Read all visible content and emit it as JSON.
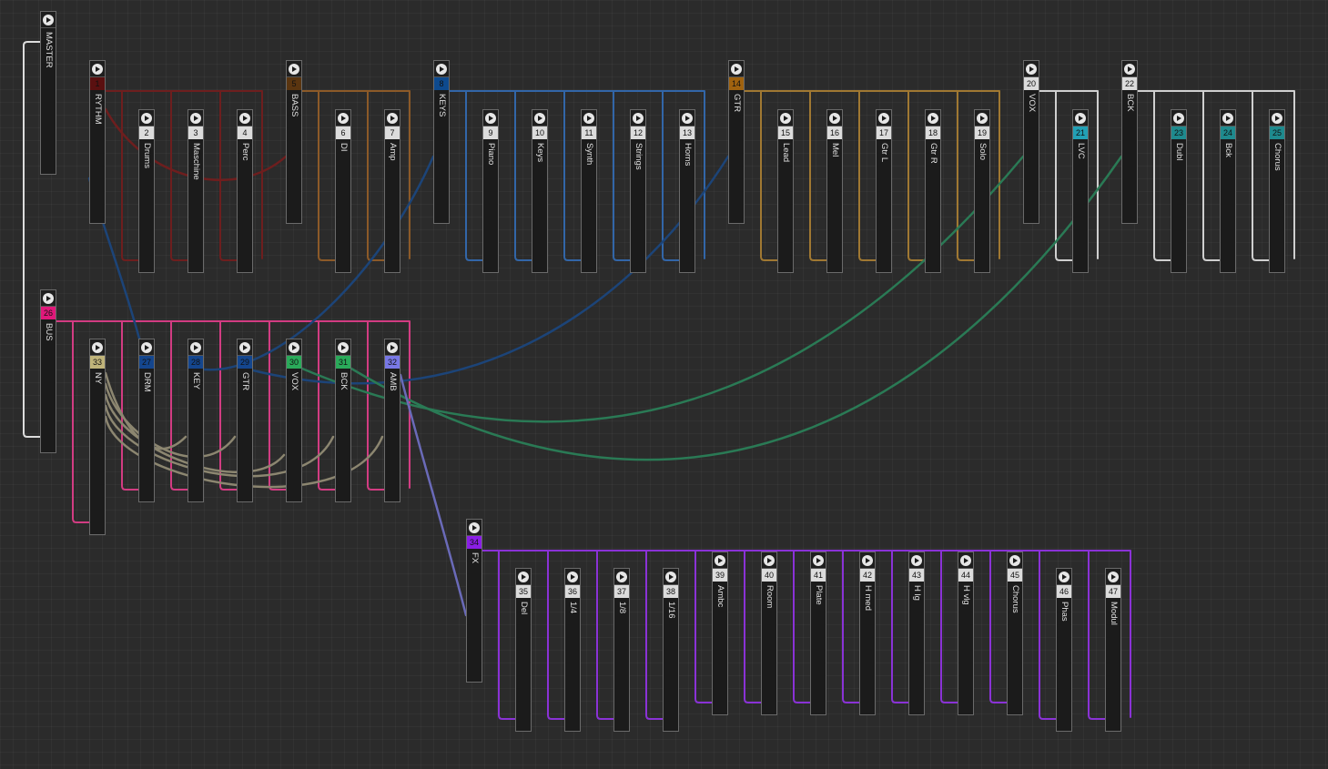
{
  "tracks": [
    {
      "id": "master",
      "num": "",
      "name": "MASTER",
      "color": ""
    },
    {
      "id": "t1",
      "num": "1",
      "name": "RYTHM",
      "color": "#5a1010"
    },
    {
      "id": "t2",
      "num": "2",
      "name": "Drums",
      "color": ""
    },
    {
      "id": "t3",
      "num": "3",
      "name": "Maschine",
      "color": ""
    },
    {
      "id": "t4",
      "num": "4",
      "name": "Perc",
      "color": ""
    },
    {
      "id": "t5",
      "num": "5",
      "name": "BASS",
      "color": "#5a3510"
    },
    {
      "id": "t6",
      "num": "6",
      "name": "DI",
      "color": ""
    },
    {
      "id": "t7",
      "num": "7",
      "name": "Amp",
      "color": ""
    },
    {
      "id": "t8",
      "num": "8",
      "name": "KEYS",
      "color": "#0e4a8e"
    },
    {
      "id": "t9",
      "num": "9",
      "name": "Piano",
      "color": ""
    },
    {
      "id": "t10",
      "num": "10",
      "name": "Keys",
      "color": ""
    },
    {
      "id": "t11",
      "num": "11",
      "name": "Synth",
      "color": ""
    },
    {
      "id": "t12",
      "num": "12",
      "name": "Strings",
      "color": ""
    },
    {
      "id": "t13",
      "num": "13",
      "name": "Horns",
      "color": ""
    },
    {
      "id": "t14",
      "num": "14",
      "name": "GTR",
      "color": "#a0620f"
    },
    {
      "id": "t15",
      "num": "15",
      "name": "Lead",
      "color": ""
    },
    {
      "id": "t16",
      "num": "16",
      "name": "Mel",
      "color": ""
    },
    {
      "id": "t17",
      "num": "17",
      "name": "Gtr L",
      "color": ""
    },
    {
      "id": "t18",
      "num": "18",
      "name": "Gtr R",
      "color": ""
    },
    {
      "id": "t19",
      "num": "19",
      "name": "Solo",
      "color": ""
    },
    {
      "id": "t20",
      "num": "20",
      "name": "VOX",
      "color": ""
    },
    {
      "id": "t21",
      "num": "21",
      "name": "LVC",
      "color": "#22a0b5"
    },
    {
      "id": "t22",
      "num": "22",
      "name": "BCK",
      "color": ""
    },
    {
      "id": "t23",
      "num": "23",
      "name": "Dubl",
      "color": "#1e8a8e"
    },
    {
      "id": "t24",
      "num": "24",
      "name": "Bck",
      "color": "#1e8a8e"
    },
    {
      "id": "t25",
      "num": "25",
      "name": "Chorus",
      "color": "#1e8a8e"
    },
    {
      "id": "t26",
      "num": "26",
      "name": "BUS",
      "color": "#e0187a"
    },
    {
      "id": "t33",
      "num": "33",
      "name": "NY",
      "color": "#c0b47a"
    },
    {
      "id": "t27",
      "num": "27",
      "name": "DRM",
      "color": "#14468e"
    },
    {
      "id": "t28",
      "num": "28",
      "name": "KEY",
      "color": "#14468e"
    },
    {
      "id": "t29",
      "num": "29",
      "name": "GTR",
      "color": "#14468e"
    },
    {
      "id": "t30",
      "num": "30",
      "name": "VOX",
      "color": "#2aaa5a"
    },
    {
      "id": "t31",
      "num": "31",
      "name": "BCK",
      "color": "#2aaa5a"
    },
    {
      "id": "t32",
      "num": "32",
      "name": "AMB",
      "color": "#7878e6"
    },
    {
      "id": "t34",
      "num": "34",
      "name": "FX",
      "color": "#8a1ee6"
    },
    {
      "id": "t35",
      "num": "35",
      "name": "Del",
      "color": ""
    },
    {
      "id": "t36",
      "num": "36",
      "name": "1/4",
      "color": ""
    },
    {
      "id": "t37",
      "num": "37",
      "name": "1/8",
      "color": ""
    },
    {
      "id": "t38",
      "num": "38",
      "name": "1/16",
      "color": ""
    },
    {
      "id": "t39",
      "num": "39",
      "name": "Ambc",
      "color": ""
    },
    {
      "id": "t40",
      "num": "40",
      "name": "Room",
      "color": ""
    },
    {
      "id": "t41",
      "num": "41",
      "name": "Plate",
      "color": ""
    },
    {
      "id": "t42",
      "num": "42",
      "name": "H med",
      "color": ""
    },
    {
      "id": "t43",
      "num": "43",
      "name": "H lg",
      "color": ""
    },
    {
      "id": "t44",
      "num": "44",
      "name": "H vlg",
      "color": ""
    },
    {
      "id": "t45",
      "num": "45",
      "name": "Chorus",
      "color": ""
    },
    {
      "id": "t46",
      "num": "46",
      "name": "Phas",
      "color": ""
    },
    {
      "id": "t47",
      "num": "47",
      "name": "Modul",
      "color": ""
    }
  ],
  "colors": {
    "background": "#2b2b2b",
    "number_default": "#dcdcdc",
    "rythm_wire": "#6e1e1e",
    "bass_wire": "#8c5a28",
    "keys_wire": "#3266a8",
    "gtr_wire": "#a07832",
    "vox_wire": "#cfcfcf",
    "bus_wire": "#d23c82",
    "send_blue": "#1c4478",
    "send_green": "#2a7a55",
    "send_ny": "#8c8670",
    "send_amb": "#6a6ab8",
    "fx_wire": "#8a32d6"
  }
}
